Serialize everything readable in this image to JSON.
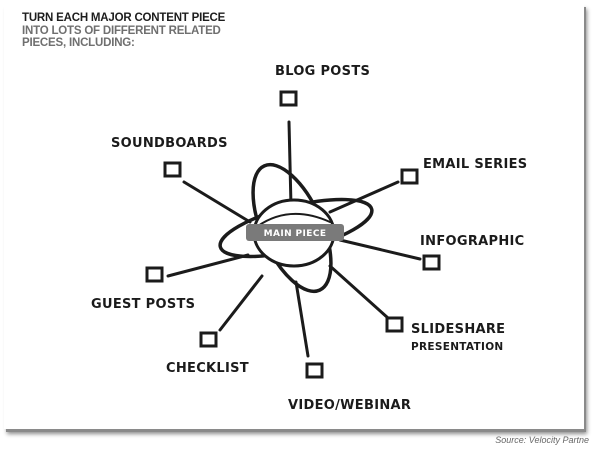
{
  "heading": {
    "line1": "TURN EACH MAJOR CONTENT PIECE",
    "line2": "INTO LOTS OF DIFFERENT RELATED",
    "line3": "PIECES, INCLUDING:"
  },
  "center": {
    "label": "MAIN PIECE"
  },
  "nodes": {
    "blog_posts": {
      "label": "BLOG POSTS"
    },
    "email_series": {
      "label": "EMAIL SERIES"
    },
    "infographic": {
      "label": "INFOGRAPHIC"
    },
    "slideshare": {
      "label_line1": "SLIDESHARE",
      "label_line2": "PRESENTATION"
    },
    "video_webinar": {
      "label": "VIDEO/WEBINAR"
    },
    "checklist": {
      "label": "CHECKLIST"
    },
    "guest_posts": {
      "label": "GUEST POSTS"
    },
    "soundboards": {
      "label": "SOUNDBOARDS"
    }
  },
  "source": "Source: Velocity Partne",
  "colors": {
    "ink": "#1b1b1b",
    "heading_gray": "#6f6f6f",
    "center_band": "#7a7a7a"
  }
}
